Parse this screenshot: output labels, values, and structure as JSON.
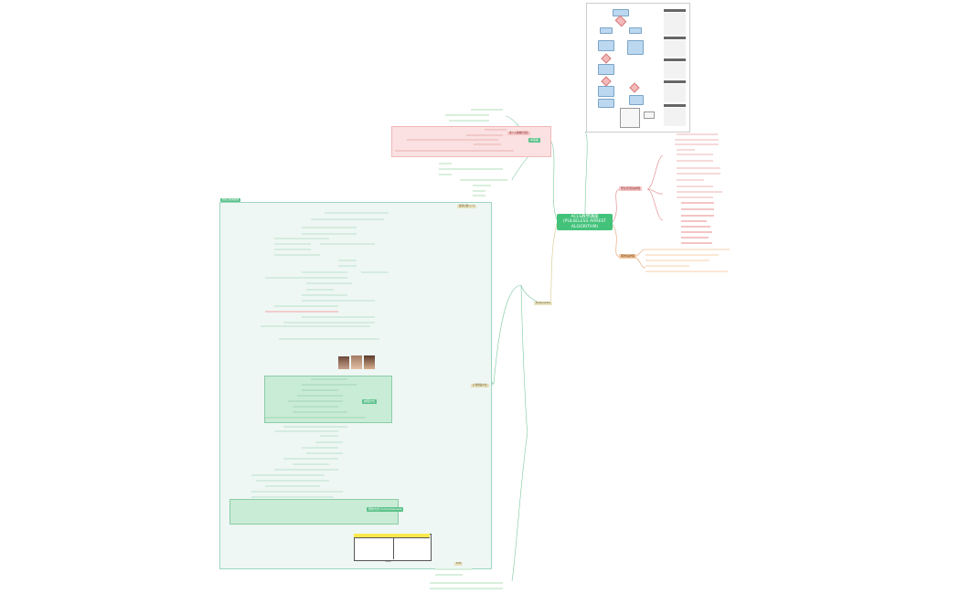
{
  "central": {
    "line1": "ACLS教學講座",
    "line2": "(PULSELESS ARREST ALGORITHM)"
  },
  "branches": {
    "top_green": "中英版",
    "top_red": "成人心跳驟停流程",
    "right_red": "發生原因與處理",
    "right_orange": "藥物與處理",
    "left_tan": "Bradycardia",
    "left_bottom_pill": "RU5"
  },
  "group_label": "原因分析與處理",
  "labels": {
    "subpanel_top": "節律分類 1 / 2",
    "subpanel_right": "心律辨識方法",
    "treatment_label": "處理方式",
    "treatment2_label": "預防方式 Comprehensive",
    "table_title": "Table"
  },
  "colors": {
    "central": "#43c27a",
    "branch_green": "#5cc28a",
    "branch_red": "#f5c6c6",
    "branch_orange": "#f3cba3",
    "line_green": "#7cc8a0",
    "line_red": "#e08080",
    "line_orange": "#e0a070",
    "panel_green": "#eef7f4",
    "table_header": "#ffe94d"
  },
  "icons": [
    "ecg-photo-icon-1",
    "ecg-photo-icon-2",
    "ecg-photo-icon-3"
  ]
}
